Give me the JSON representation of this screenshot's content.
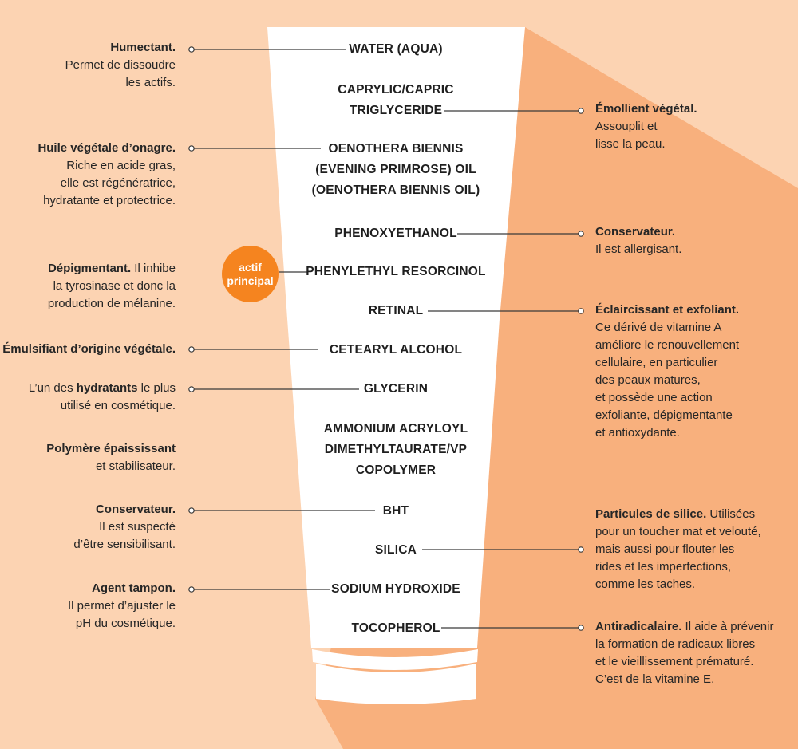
{
  "ingredients": [
    {
      "id": "water",
      "text": "WATER (AQUA)"
    },
    {
      "id": "caprylic",
      "text": "CAPRYLIC/CAPRIC\nTRIGLYCERIDE"
    },
    {
      "id": "oenothera",
      "text": "OENOTHERA BIENNIS\n(EVENING PRIMROSE) OIL\n(OENOTHERA BIENNIS OIL)"
    },
    {
      "id": "phenoxyethanol",
      "text": "PHENOXYETHANOL"
    },
    {
      "id": "phenylethyl",
      "text": "PHENYLETHYL RESORCINOL"
    },
    {
      "id": "retinal",
      "text": "RETINAL"
    },
    {
      "id": "cetearyl",
      "text": "CETEARYL ALCOHOL"
    },
    {
      "id": "glycerin",
      "text": "GLYCERIN"
    },
    {
      "id": "ammonium",
      "text": "AMMONIUM ACRYLOYL\nDIMETHYLTAURATE/VP\nCOPOLYMER"
    },
    {
      "id": "bht",
      "text": "BHT"
    },
    {
      "id": "silica",
      "text": "SILICA"
    },
    {
      "id": "sodium",
      "text": "SODIUM HYDROXIDE"
    },
    {
      "id": "tocopherol",
      "text": "TOCOPHEROL"
    }
  ],
  "badge": {
    "text": "actif\nprincipal"
  },
  "annotations_left": [
    {
      "id": "humectant",
      "title": "Humectant.",
      "inline": "",
      "desc": "Permet de dissoudre\nles actifs."
    },
    {
      "id": "huile",
      "title": "Huile végétale d’onagre.",
      "inline": "",
      "desc": "Riche en acide gras,\nelle est régénératrice,\nhydratante et protectrice."
    },
    {
      "id": "depigmentant",
      "title": "Dépigmentant.",
      "inline": " Il inhibe",
      "desc": "la tyrosinase et donc la\nproduction de mélanine."
    },
    {
      "id": "emulsifiant",
      "title": "Émulsifiant d’origine végétale.",
      "inline": "",
      "desc": ""
    },
    {
      "id": "hydratants",
      "title": "",
      "inline": "",
      "desc": ""
    },
    {
      "id": "polymere",
      "title": "Polymère épaississant",
      "inline": "",
      "desc": "et stabilisateur."
    },
    {
      "id": "conservateur-left",
      "title": "Conservateur.",
      "inline": "",
      "desc": "Il est suspecté\nd’être sensibilisant."
    },
    {
      "id": "agent",
      "title": "Agent tampon.",
      "inline": "",
      "desc": "Il permet d’ajuster le\npH du cosmétique."
    }
  ],
  "hydratants": {
    "before": "L’un des ",
    "bold": "hydratants",
    "after": " le plus",
    "line2": "utilisé en cosmétique."
  },
  "annotations_right": [
    {
      "id": "emollient",
      "title": "Émollient végétal.",
      "inline": "",
      "desc": "Assouplit et\nlisse la peau."
    },
    {
      "id": "conservateur-right",
      "title": "Conservateur.",
      "inline": "",
      "desc": "Il est allergisant."
    },
    {
      "id": "eclaircissant",
      "title": "Éclaircissant et exfoliant.",
      "inline": "",
      "desc": "Ce dérivé de vitamine A\naméliore le renouvellement\ncellulaire, en particulier\ndes peaux matures,\net possède une action\nexfoliante, dépigmentante\net antioxydante."
    },
    {
      "id": "particules",
      "title": "Particules de silice.",
      "inline": " Utilisées",
      "desc": "pour un toucher mat et velouté,\nmais aussi pour flouter les\nrides et les imperfections,\ncomme les taches."
    },
    {
      "id": "antiradicalaire",
      "title": "Antiradicalaire.",
      "inline": " Il aide à prévenir",
      "desc": "la formation de radicaux libres\net le vieillissement prématuré.\nC’est de la vitamine E."
    }
  ],
  "colors": {
    "background": "#fcd3b2",
    "shadow": "#f8b07d",
    "tube": "#ffffff",
    "badge": "#f5841f",
    "line": "#3a3a3a"
  }
}
